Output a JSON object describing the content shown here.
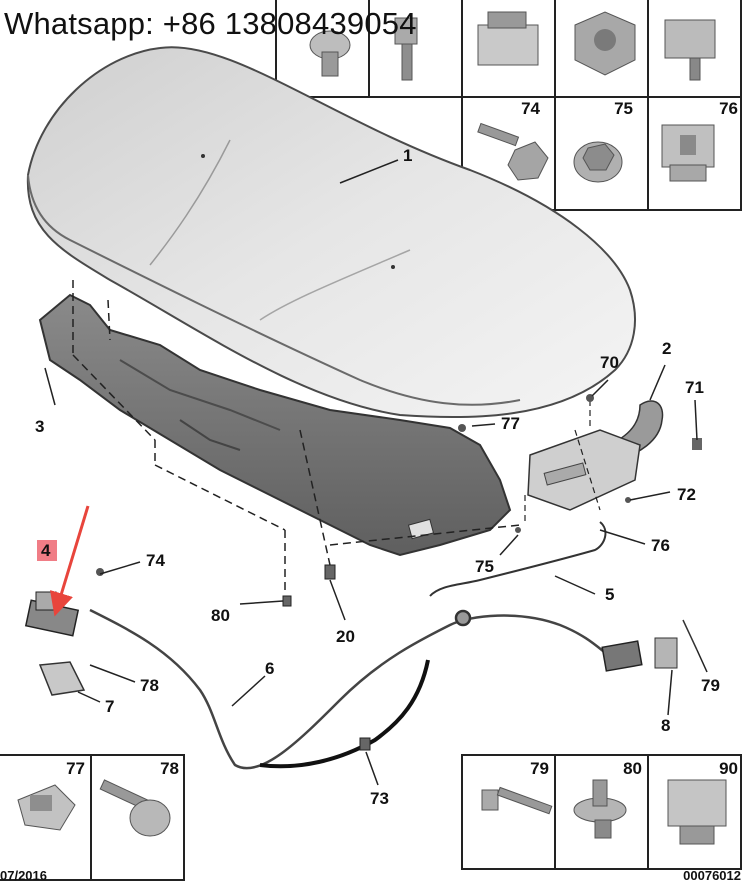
{
  "watermark": "Whatsapp: +86 13808439054",
  "highlight_label": "4",
  "callouts": {
    "c1": "1",
    "c2": "2",
    "c3": "3",
    "c4": "4",
    "c5": "5",
    "c6": "6",
    "c7": "7",
    "c8": "8",
    "c20": "20",
    "c70": "70",
    "c71": "71",
    "c72": "72",
    "c73": "73",
    "c74": "74",
    "c75": "75",
    "c76": "76",
    "c77": "77",
    "c78": "78",
    "c79": "79",
    "c80": "80"
  },
  "top_grid": {
    "row2": [
      "74",
      "75",
      "76"
    ]
  },
  "bottom_left_grid": [
    "77",
    "78"
  ],
  "bottom_right_grid": [
    "79",
    "80",
    "90"
  ],
  "footer": {
    "date": "07/2016",
    "ref": "00076012"
  },
  "colors": {
    "highlight": "#f07d86",
    "arrow": "#e8453c"
  }
}
